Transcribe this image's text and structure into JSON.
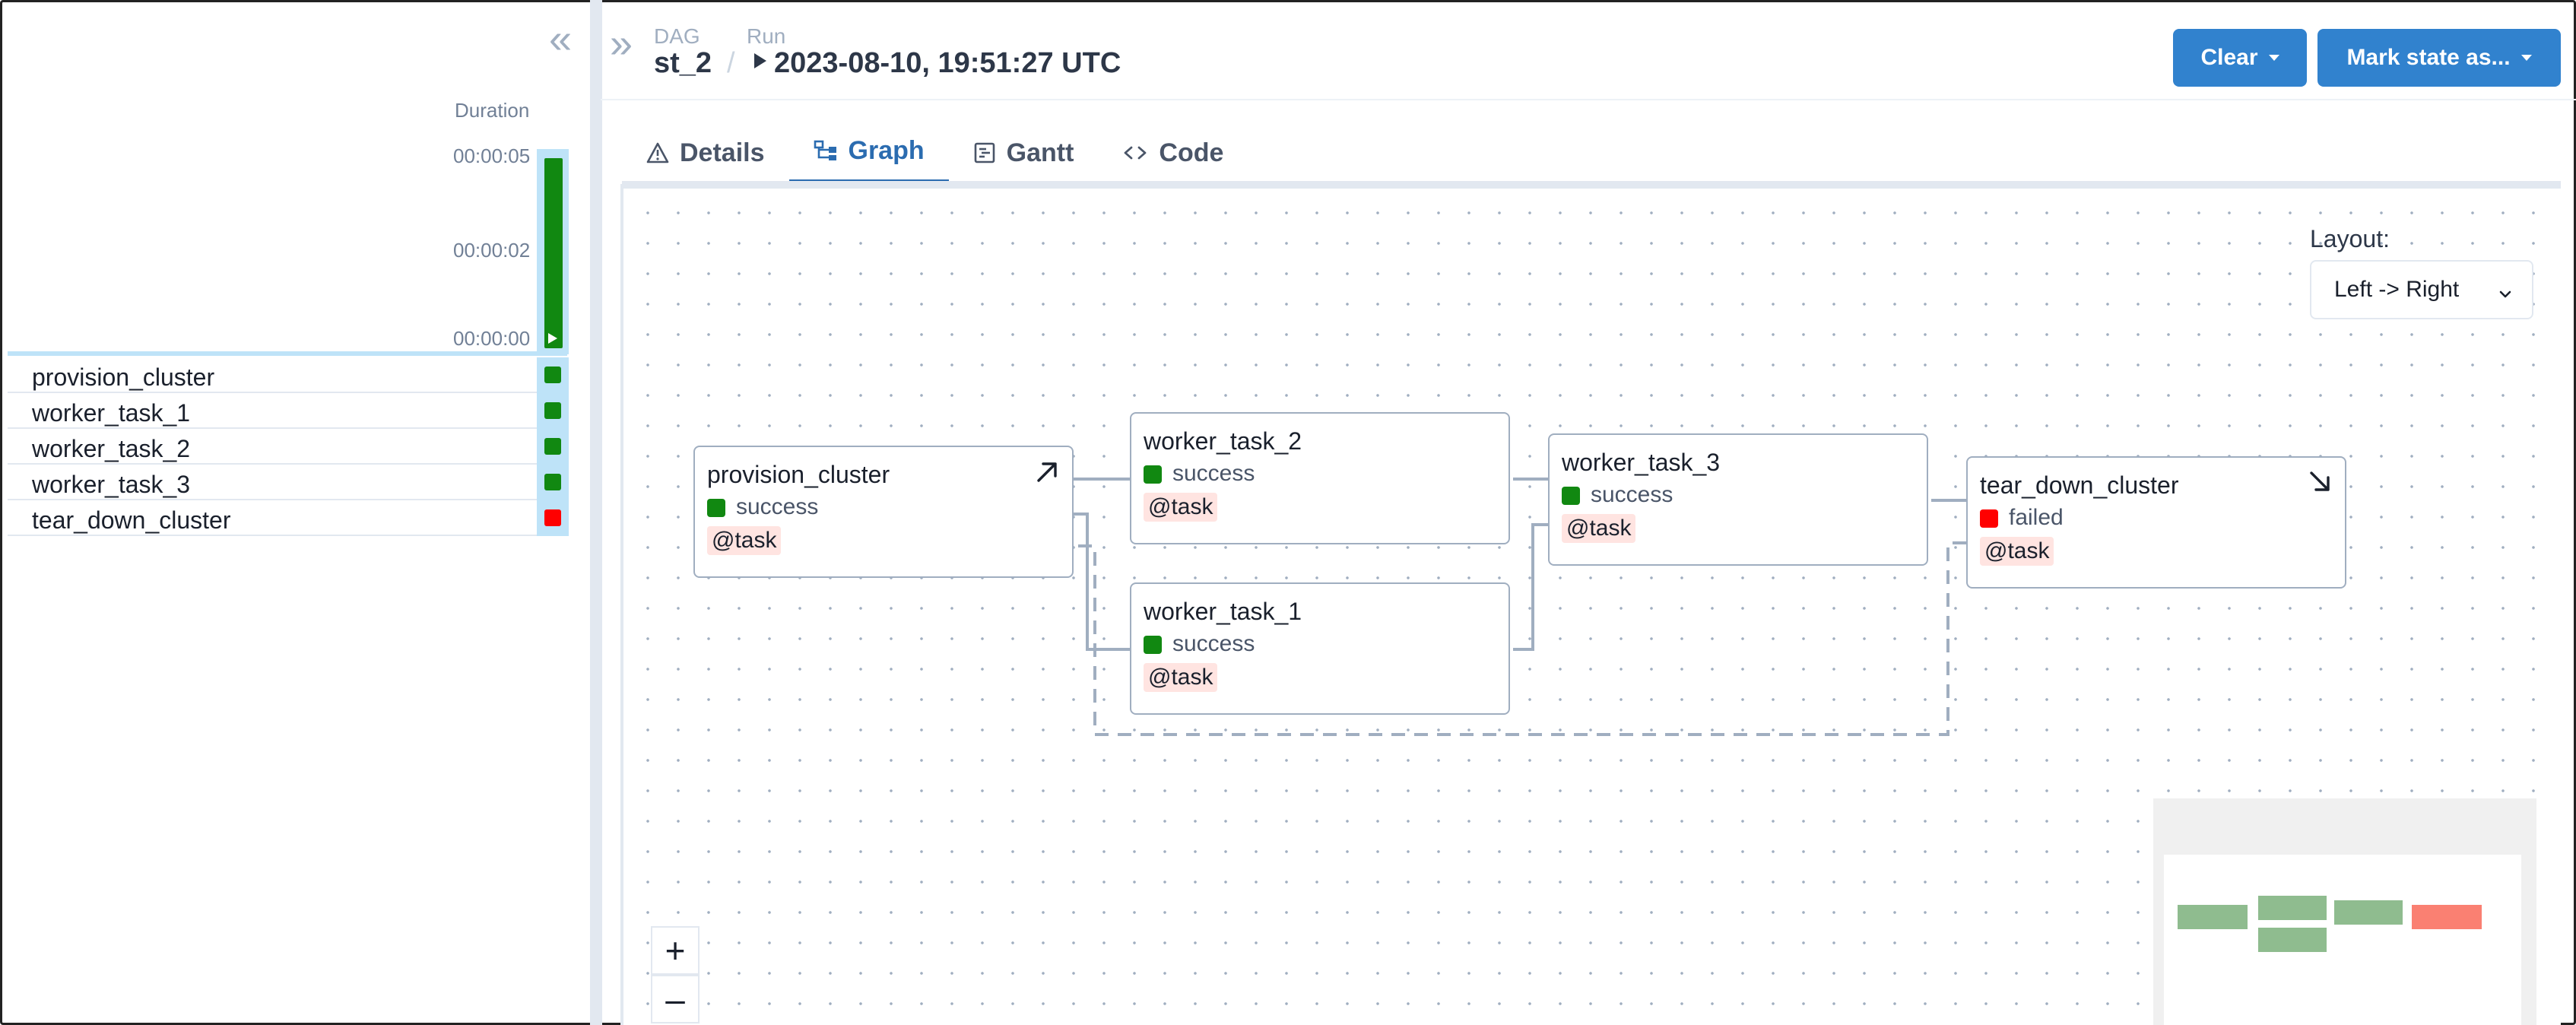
{
  "sidebar": {
    "collapse_icon": "double-chevron-left-icon",
    "duration_label": "Duration",
    "ticks": [
      "00:00:05",
      "00:00:02",
      "00:00:00"
    ],
    "run_state_color": "#118811",
    "tasks": [
      {
        "name": "provision_cluster",
        "status": "success",
        "color": "#118811"
      },
      {
        "name": "worker_task_1",
        "status": "success",
        "color": "#118811"
      },
      {
        "name": "worker_task_2",
        "status": "success",
        "color": "#118811"
      },
      {
        "name": "worker_task_3",
        "status": "success",
        "color": "#118811"
      },
      {
        "name": "tear_down_cluster",
        "status": "failed",
        "color": "#ff0000"
      }
    ]
  },
  "header": {
    "expand_icon": "double-chevron-right-icon",
    "dag_label": "DAG",
    "dag_value": "st_2",
    "separator": "/",
    "run_label": "Run",
    "run_value": "2023-08-10, 19:51:27 UTC",
    "clear_label": "Clear",
    "mark_state_label": "Mark state as...",
    "accent": "#3182ce"
  },
  "tabs": [
    {
      "label": "Details",
      "icon": "warning-triangle-icon",
      "active": false
    },
    {
      "label": "Graph",
      "icon": "graph-icon",
      "active": true
    },
    {
      "label": "Gantt",
      "icon": "gantt-icon",
      "active": false
    },
    {
      "label": "Code",
      "icon": "code-icon",
      "active": false
    }
  ],
  "graph": {
    "layout_label": "Layout:",
    "layout_value": "Left -> Right",
    "zoom_in": "+",
    "zoom_out": "–",
    "nodes": [
      {
        "name": "provision_cluster",
        "state": "success",
        "operator": "@task",
        "color": "#118811"
      },
      {
        "name": "worker_task_2",
        "state": "success",
        "operator": "@task",
        "color": "#118811"
      },
      {
        "name": "worker_task_1",
        "state": "success",
        "operator": "@task",
        "color": "#118811"
      },
      {
        "name": "worker_task_3",
        "state": "success",
        "operator": "@task",
        "color": "#118811"
      },
      {
        "name": "tear_down_cluster",
        "state": "failed",
        "operator": "@task",
        "color": "#ff0000"
      }
    ]
  }
}
